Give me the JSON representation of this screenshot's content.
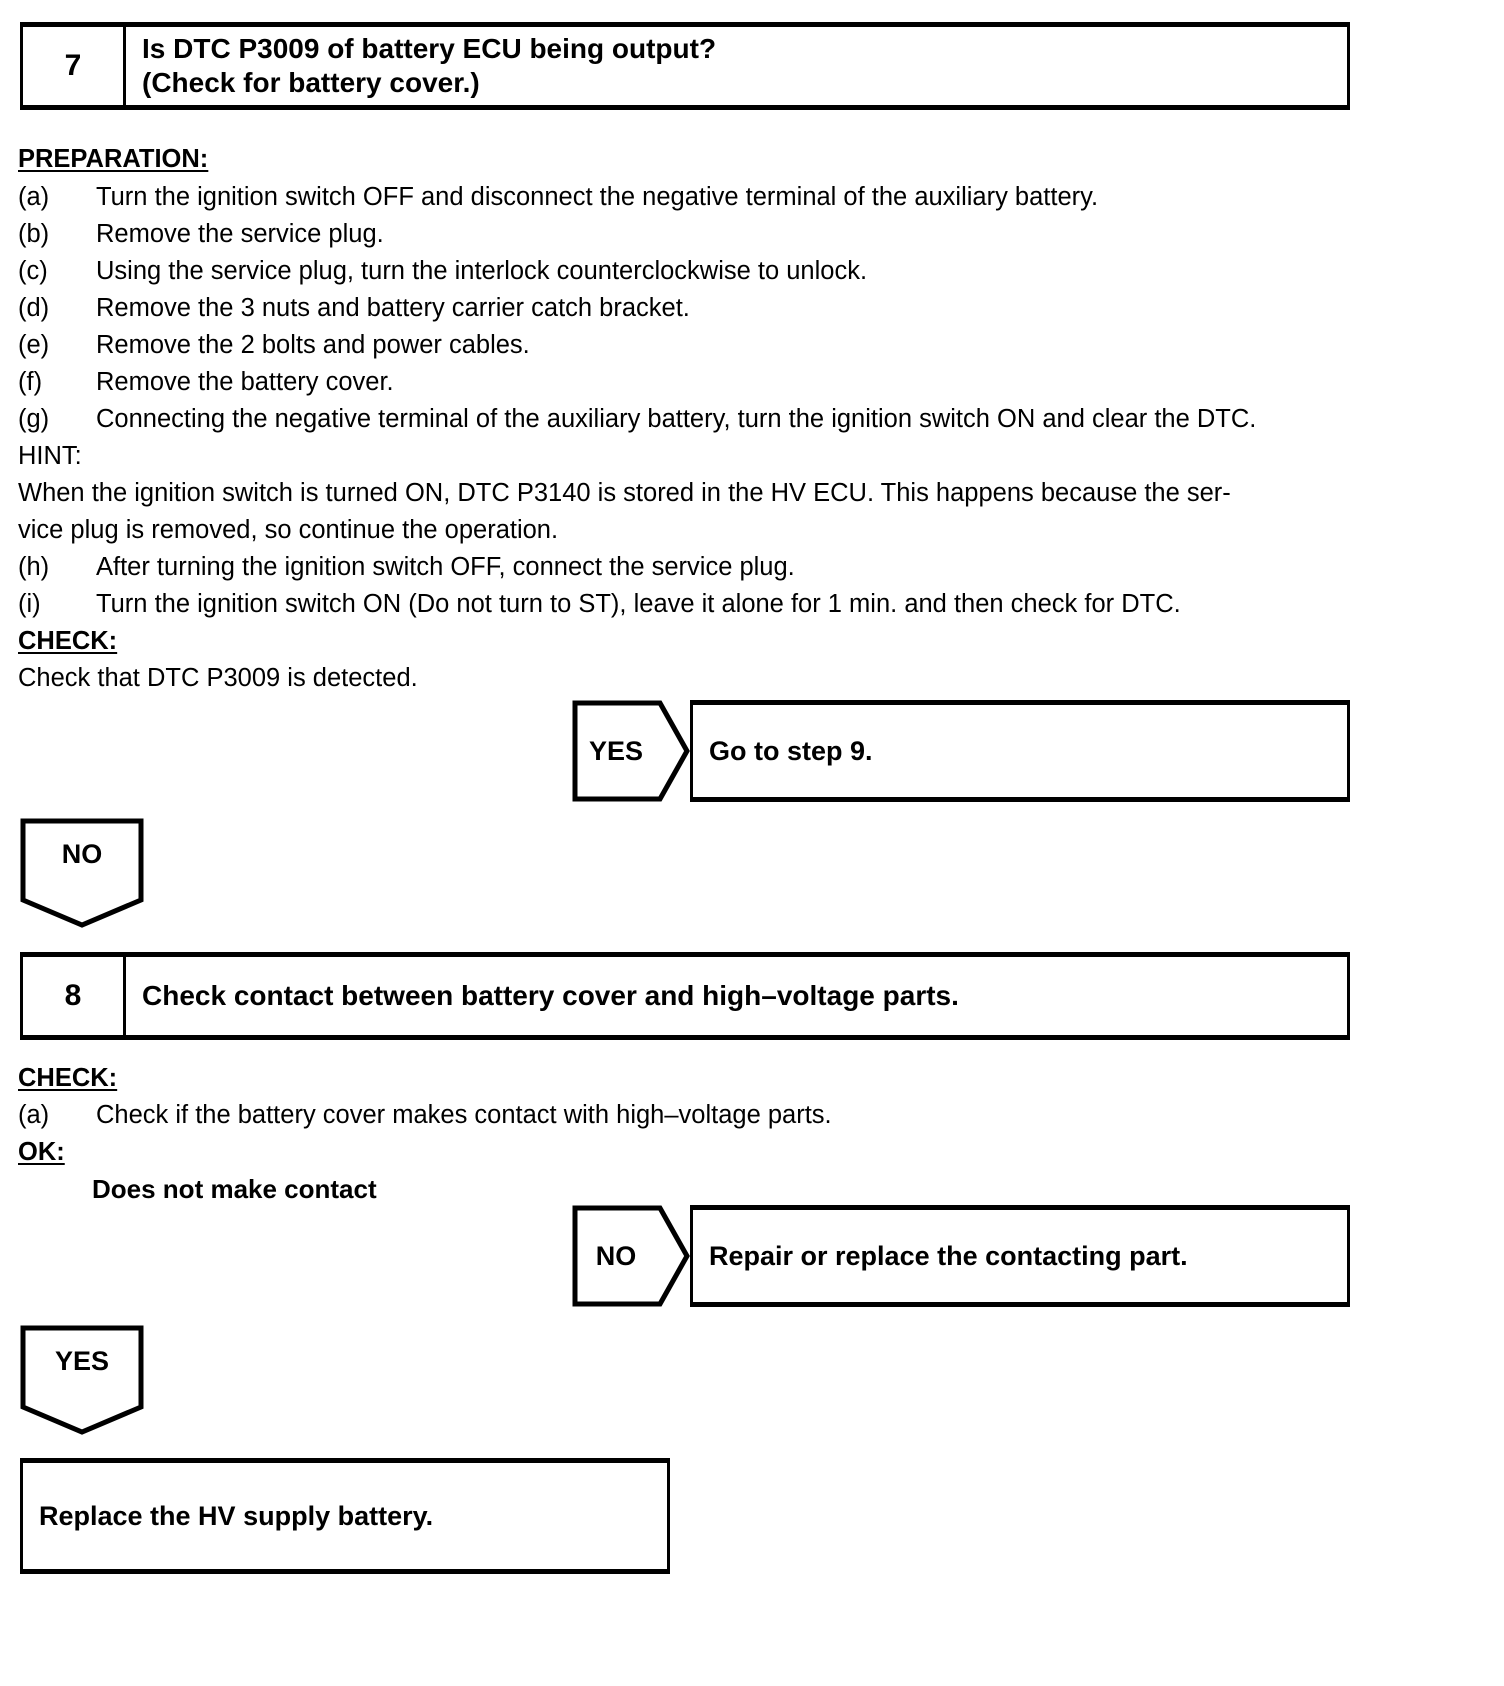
{
  "steps": [
    {
      "number": "7",
      "title_line1": "Is DTC P3009 of battery ECU being output?",
      "title_line2": "(Check for battery cover.)"
    },
    {
      "number": "8",
      "title_line1": "Check contact between battery cover and high–voltage parts.",
      "title_line2": ""
    }
  ],
  "step7": {
    "preparation_heading": "PREPARATION:",
    "items": [
      {
        "label": "(a)",
        "text": "Turn the ignition switch OFF and disconnect the negative terminal of the auxiliary battery."
      },
      {
        "label": "(b)",
        "text": "Remove the service plug."
      },
      {
        "label": "(c)",
        "text": "Using the service plug, turn the interlock counterclockwise to unlock."
      },
      {
        "label": "(d)",
        "text": "Remove the 3 nuts and battery carrier catch bracket."
      },
      {
        "label": "(e)",
        "text": "Remove the 2 bolts and power cables."
      },
      {
        "label": "(f)",
        "text": "Remove the battery cover."
      },
      {
        "label": "(g)",
        "text": "Connecting the negative terminal of the auxiliary battery, turn the ignition switch ON and clear the DTC."
      }
    ],
    "hint_heading": "HINT:",
    "hint_line1": "When the ignition switch is turned ON, DTC P3140 is stored in the HV ECU. This happens because the ser-",
    "hint_line2": "vice plug is removed, so continue the operation.",
    "items2": [
      {
        "label": "(h)",
        "text": "After turning the ignition switch OFF, connect the service plug."
      },
      {
        "label": "(i)",
        "text": "Turn the ignition switch ON (Do not turn to ST), leave it alone for 1 min. and then check for DTC."
      }
    ],
    "check_heading": "CHECK:",
    "check_text": "Check that DTC P3009 is detected.",
    "yes_label": "YES",
    "yes_result": "Go to step 9.",
    "no_label": "NO"
  },
  "step8": {
    "check_heading": "CHECK:",
    "check_item_label": "(a)",
    "check_item_text": "Check if the battery cover makes contact with high–voltage parts.",
    "ok_heading": "OK:",
    "ok_text": "Does not make contact",
    "no_label": "NO",
    "no_result": "Repair or replace the contacting part.",
    "yes_label": "YES"
  },
  "final": {
    "text": "Replace the HV supply battery."
  },
  "colors": {
    "ink": "#000000",
    "paper": "#ffffff"
  }
}
